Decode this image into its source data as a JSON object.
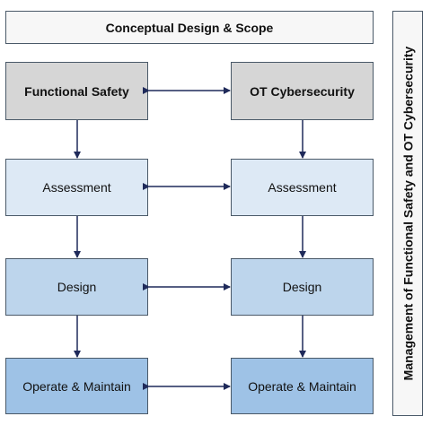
{
  "scope": {
    "label": "Conceptual Design & Scope"
  },
  "left_column": {
    "header": "Functional Safety",
    "assessment": "Assessment",
    "design": "Design",
    "operate": "Operate & Maintain"
  },
  "right_column": {
    "header": "OT Cybersecurity",
    "assessment": "Assessment",
    "design": "Design",
    "operate": "Operate & Maintain"
  },
  "management": {
    "label": "Management of Functional Safety and OT Cybersecurity"
  },
  "colors": {
    "header_fill": "#d6d6d6",
    "assessment_fill": "#dde9f5",
    "design_fill": "#bdd5ec",
    "operate_fill": "#9ec2e6",
    "arrow": "#1f2a5a"
  }
}
